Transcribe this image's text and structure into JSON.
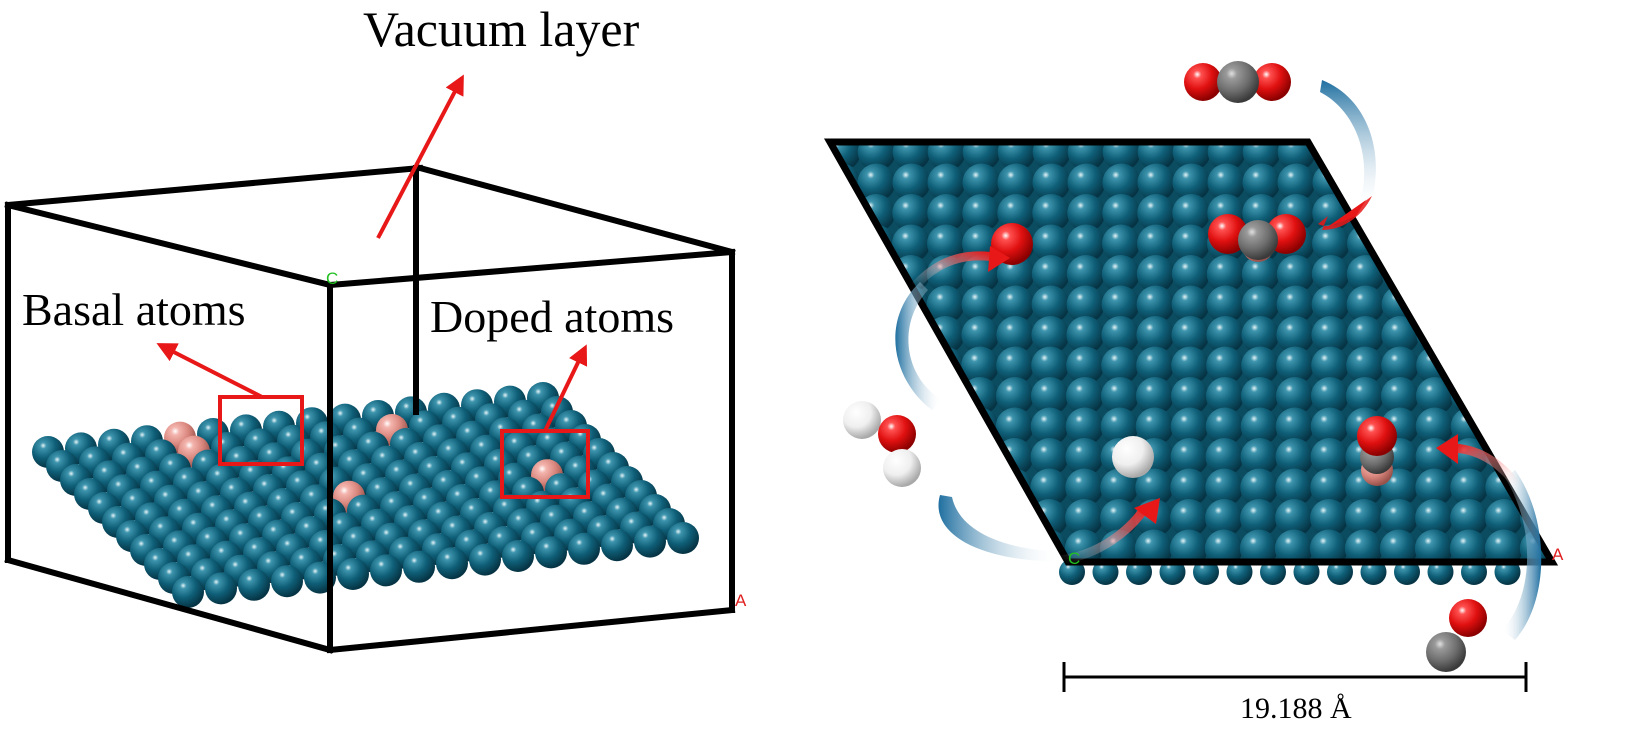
{
  "labels": {
    "vacuum_layer": "Vacuum layer",
    "basal_atoms": "Basal atoms",
    "doped_atoms": "Doped atoms",
    "scale_bar": "19.188 Å"
  },
  "axis_markers": {
    "c": "C",
    "a": "A"
  },
  "colors": {
    "basal_atom": "#0f5f78",
    "doped_atom": "#e0918a",
    "oxygen": "#e01010",
    "carbon": "#6e6e6e",
    "hydrogen": "#f0f0f0",
    "arrow_red": "#e81818",
    "arrow_blue": "#2a78a8",
    "cell_frame": "#000000",
    "highlight_box": "#e81818"
  }
}
